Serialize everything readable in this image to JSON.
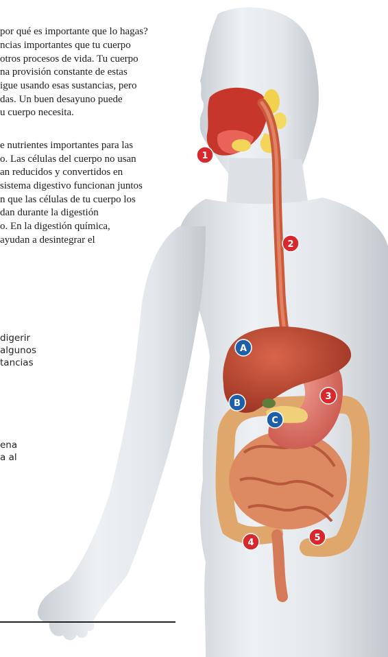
{
  "paragraph1": [
    "por qué es importante que lo hagas?",
    "ncias importantes que tu cuerpo",
    "otros procesos de vida.  Tu cuerpo",
    "na provisión constante de estas",
    "igue usando esas sustancias, pero",
    "das.  Un buen desayuno puede",
    "u cuerpo necesita."
  ],
  "paragraph2": [
    "e nutrientes importantes para las",
    "o.  Las células del cuerpo no usan",
    "an reducidos y convertidos en",
    "sistema digestivo funcionan juntos",
    "n que las células de tu cuerpo los",
    "dan durante la digestión",
    "o.  En la digestión química,",
    " ayudan a desintegrar el"
  ],
  "paragraph3": [
    "digerir",
    "algunos",
    "tancias"
  ],
  "paragraph4": [
    "ena",
    "a al"
  ],
  "markers": {
    "m1": "1",
    "m2": "2",
    "m3": "3",
    "m4": "4",
    "m5": "5",
    "mA": "A",
    "mB": "B",
    "mC": "C"
  },
  "colors": {
    "red_marker": "#d7282d",
    "blue_marker": "#1f5fa8",
    "skin": "#dfe3e7",
    "organ": "#b8432c",
    "intestine": "#e6b47c"
  }
}
